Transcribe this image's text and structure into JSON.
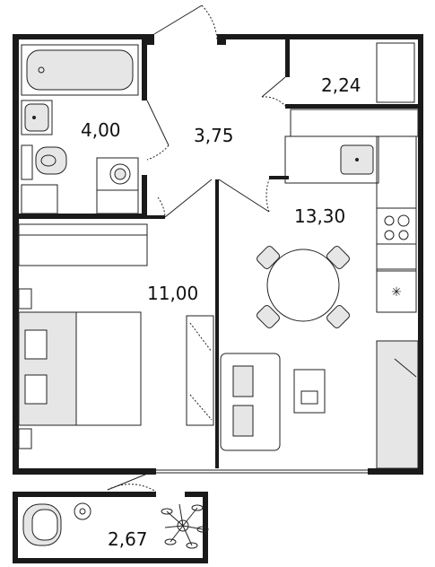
{
  "rooms": {
    "bathroom_area": "4,00",
    "hall_area": "3,75",
    "storage_area": "2,24",
    "kitchen_area": "13,30",
    "bedroom_area": "11,00",
    "balcony_area": "2,67"
  },
  "colors": {
    "wall": "#1a1a1a",
    "fixture_fill": "#e6e6e6",
    "line": "#222222",
    "background": "#ffffff"
  },
  "icons": [
    "bathtub-icon",
    "sink-icon",
    "toilet-icon",
    "washing-machine-icon",
    "stove-icon",
    "fridge-icon",
    "dining-table-icon",
    "bed-icon",
    "sofa-icon",
    "tv-icon",
    "armchair-icon",
    "plant-icon"
  ]
}
